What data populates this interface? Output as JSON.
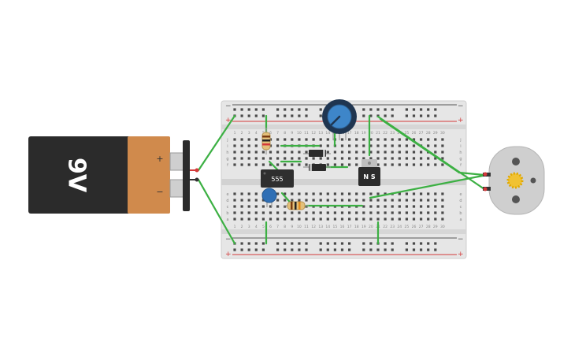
{
  "battery": {
    "label": "9V",
    "plus": "+",
    "minus": "−"
  },
  "ic": {
    "label": "555"
  },
  "transistor": {
    "label": "N  S"
  },
  "breadboard": {
    "rail_plus": "+",
    "rail_minus": "−",
    "row_letters_top": [
      "j",
      "i",
      "h",
      "g",
      "f"
    ],
    "row_letters_bottom": [
      "e",
      "d",
      "c",
      "b",
      "a"
    ],
    "column_numbers": [
      "1",
      "2",
      "3",
      "4",
      "5",
      "6",
      "7",
      "8",
      "9",
      "10",
      "11",
      "12",
      "13",
      "14",
      "15",
      "16",
      "17",
      "18",
      "19",
      "20",
      "21",
      "22",
      "23",
      "24",
      "25",
      "26",
      "27",
      "28",
      "29",
      "30"
    ]
  },
  "colors": {
    "wire": "#3cb043",
    "battery_body": "#2b2b2b",
    "battery_cap": "#d08a4c",
    "ic_body": "#2f2f2f",
    "capacitor": "#2f6fb5",
    "pot_knob": "#3e86c9",
    "motor_body": "#cfcfcf",
    "breadboard": "#e6e6e6",
    "rail_red": "#d43a3a",
    "rail_dark": "#555555"
  },
  "icons": {
    "battery": "battery-9v-icon",
    "motor": "dc-motor-icon",
    "pot": "potentiometer-icon"
  }
}
